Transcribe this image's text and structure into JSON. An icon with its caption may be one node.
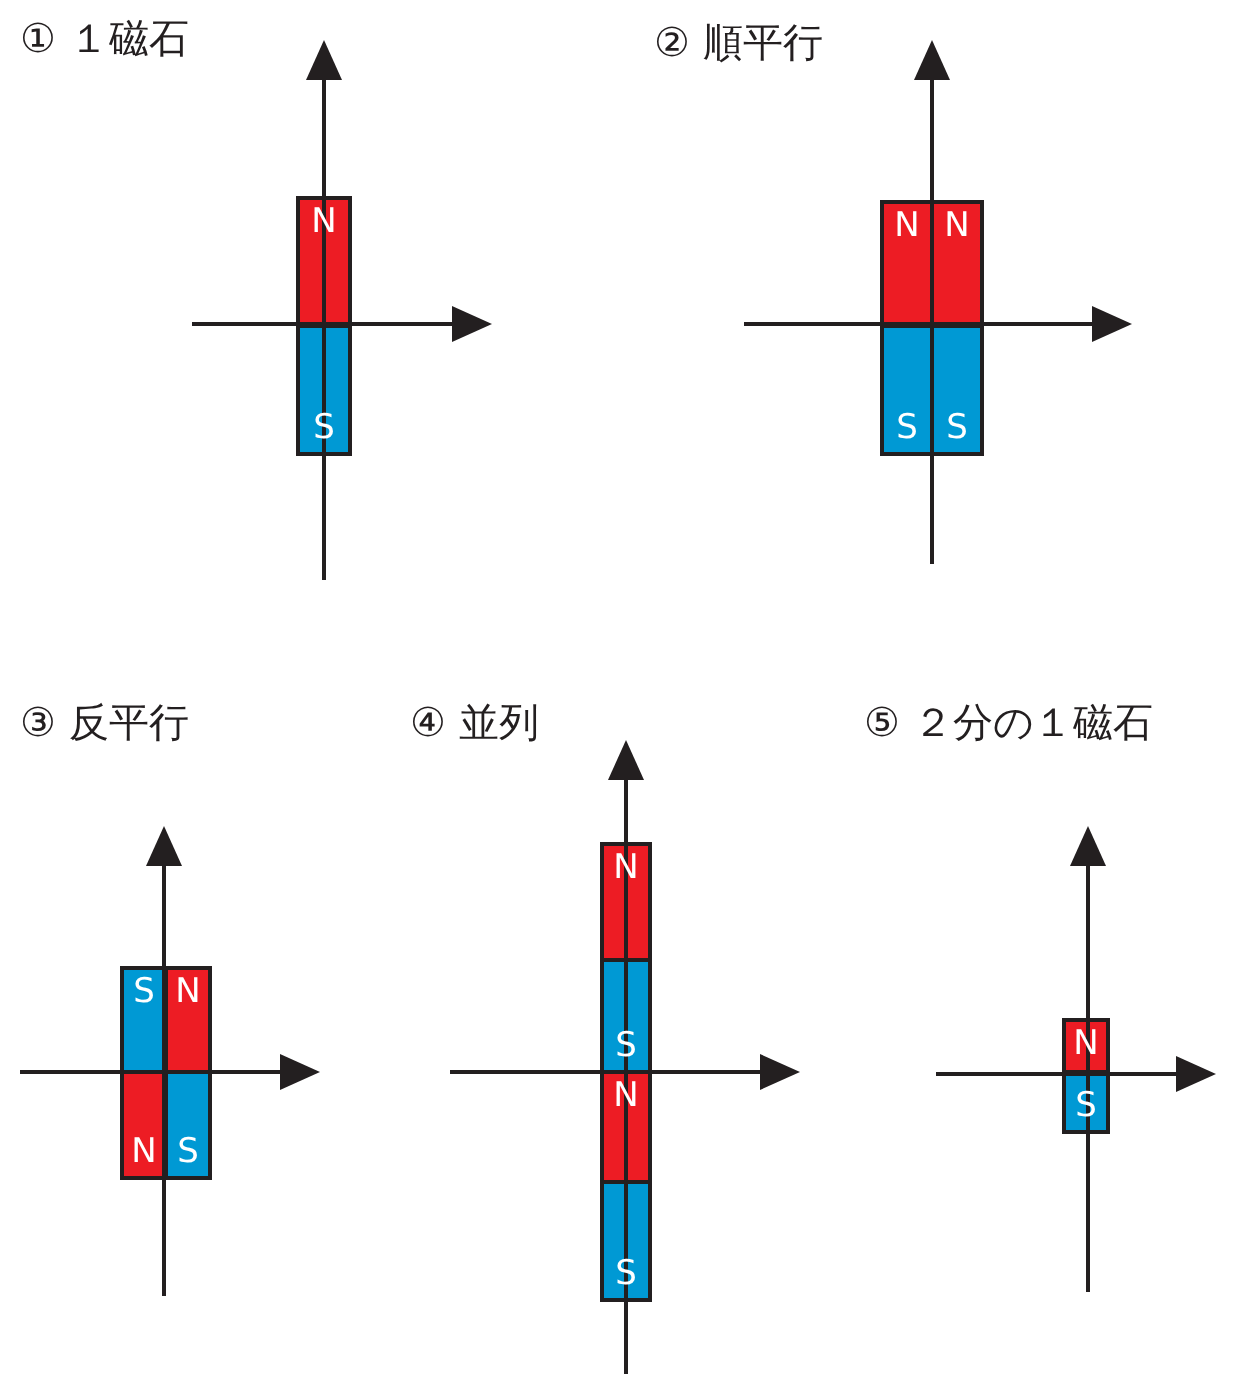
{
  "diagram": {
    "nodes": [
      {
        "text": [
          "N"
        ]
      },
      {
        "text": [
          "S"
        ]
      },
      {
        "text": [
          "N"
        ]
      },
      {
        "text": [
          "N"
        ]
      },
      {
        "text": [
          "S"
        ]
      },
      {
        "text": [
          "S"
        ]
      },
      {
        "text": [
          "S"
        ]
      },
      {
        "text": [
          "N"
        ]
      },
      {
        "text": [
          "N"
        ]
      },
      {
        "text": [
          "S"
        ]
      },
      {
        "text": [
          "N"
        ]
      },
      {
        "text": [
          "S"
        ]
      },
      {
        "text": [
          "N"
        ]
      },
      {
        "text": [
          "S"
        ]
      },
      {
        "text": [
          "N"
        ]
      },
      {
        "text": [
          "S"
        ]
      }
    ],
    "edges": [],
    "labels": [
      "① １磁石",
      "② 順平行",
      "③ 反平行",
      "④ 並列",
      "⑤ ２分の１磁石"
    ]
  }
}
